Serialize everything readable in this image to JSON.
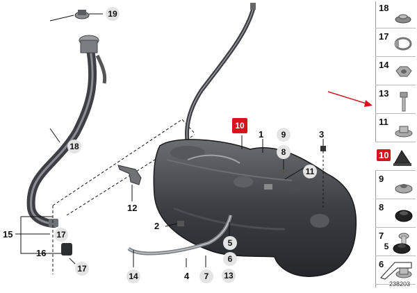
{
  "diagram": {
    "callouts": {
      "c19": "19",
      "c18": "18",
      "c15": "15",
      "c17a": "17",
      "c16": "16",
      "c17b": "17",
      "c12": "12",
      "c14": "14",
      "c2": "2",
      "c10": "10",
      "c1": "1",
      "c9": "9",
      "c8": "8",
      "c3": "3",
      "c11": "11",
      "c4": "4",
      "c7": "7",
      "c5": "5",
      "c6": "6",
      "c13": "13"
    },
    "highlight_color": "#d6141c",
    "sidebar": [
      {
        "num": "18",
        "icon": "rubber-grommet-icon"
      },
      {
        "num": "17",
        "icon": "hose-clamp-icon"
      },
      {
        "num": "14",
        "icon": "hex-nut-icon"
      },
      {
        "num": "13",
        "icon": "hex-bolt-icon"
      },
      {
        "num": "11",
        "icon": "flange-nut-icon"
      },
      {
        "num": "10",
        "icon": "clip-bracket-icon",
        "highlight": true
      },
      {
        "num": "9",
        "icon": "collar-nut-icon"
      },
      {
        "num": "8",
        "icon": "rubber-bushing-icon"
      },
      {
        "num": "7",
        "icon": "screw-icon"
      },
      {
        "num": "6",
        "icon": "nut-icon"
      },
      {
        "num": "5",
        "icon": "grommet-icon"
      }
    ],
    "doc_id": "238203"
  }
}
